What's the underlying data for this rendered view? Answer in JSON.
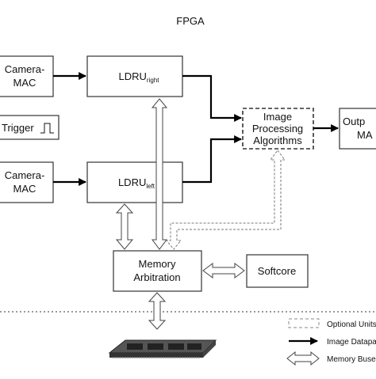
{
  "title": "FPGA",
  "blocks": {
    "camera_mac_top": {
      "line1": "Camera-",
      "line2": "MAC"
    },
    "camera_mac_bottom": {
      "line1": "Camera-",
      "line2": "MAC"
    },
    "trigger": {
      "label": "Trigger"
    },
    "ldru_right": {
      "main": "LDRU",
      "sub": "right"
    },
    "ldru_left": {
      "main": "LDRU",
      "sub": "left"
    },
    "image_processing": {
      "line1": "Image",
      "line2": "Processing",
      "line3": "Algorithms"
    },
    "output_mac": {
      "line1": "Outp",
      "line2": "MA"
    },
    "memory_arbitration": {
      "line1": "Memory",
      "line2": "Arbitration"
    },
    "softcore": {
      "label": "Softcore"
    }
  },
  "legend": {
    "optional_units": "Optional Units",
    "image_datapath": "Image Datapa",
    "memory_buses": "Memory Buse"
  },
  "colors": {
    "line": "#000000",
    "box_stroke": "#333333",
    "dashed": "#777777"
  },
  "icons": {
    "trigger_pulse": "square-pulse-icon",
    "memory_module": "ram-module-icon"
  }
}
